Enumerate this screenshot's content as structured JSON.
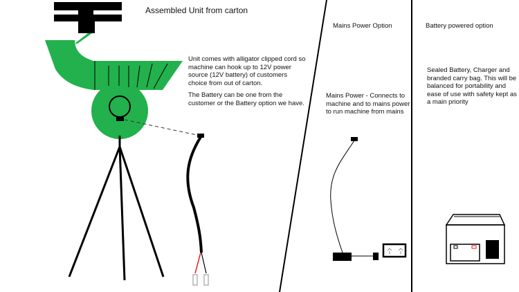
{
  "title": "Assembled Unit from carton",
  "unit_text": [
    "Unit comes with alligator clipped cord so machine can hook up to 12V power source (12V battery) of customers choice from out of carton.",
    "The Battery can be one from the customer or the Battery option we have."
  ],
  "mains": {
    "title": "Mains Power Option",
    "text": "Mains Power - Connects to machine and to mains power to run machine from mains"
  },
  "battery": {
    "title": "Battery powered option",
    "text": "Sealed Battery, Charger and branded carry bag. This will be balanced for portability and ease of use with safety kept as a main priority"
  },
  "colors": {
    "machine": "#22b14c",
    "red_wire": "#ed1c24",
    "plug": "#b4b4b4"
  }
}
